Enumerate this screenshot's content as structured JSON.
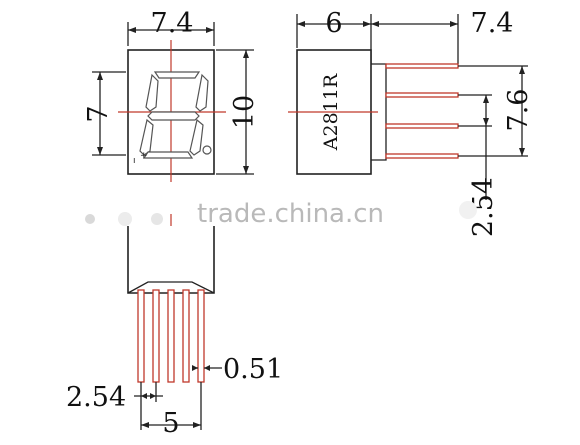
{
  "front_view": {
    "width_label": "7.4",
    "height_label": "7",
    "total_height_label": "10"
  },
  "side_view": {
    "body_depth_label": "6",
    "overall_label": "7.4",
    "part_marking": "A2811R",
    "row_spacing_label": "7.6",
    "pitch_label": "2.54"
  },
  "bottom_view": {
    "pin_width_label": "0.51",
    "pitch_label": "2.54",
    "span_label": "5"
  },
  "watermark": "trade.china.cn",
  "colors": {
    "pin": "#c0392b",
    "outline": "#222222"
  }
}
